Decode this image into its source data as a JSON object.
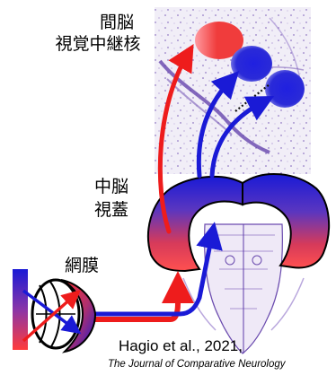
{
  "labels": {
    "diencephalon": "間脳",
    "nucleus": "視覚中継核",
    "midbrain": "中脳",
    "tectum": "視蓋",
    "retina": "網膜"
  },
  "citation": {
    "authors": "Hagio et al., 2021,",
    "journal": "The Journal of Comparative Neurology"
  },
  "colors": {
    "red": "#ee2222",
    "blue": "#1a1ad6",
    "purple": "#5c3aa8",
    "tissue": "#8a6cc6"
  }
}
